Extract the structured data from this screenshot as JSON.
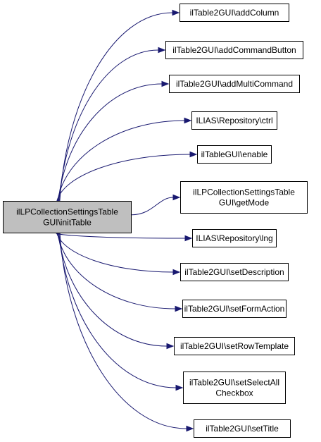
{
  "diagram": {
    "type": "call-graph",
    "edge_color": "#191970",
    "source_fill": "#bfbfbf",
    "target_fill": "#ffffff",
    "source": {
      "id": "initTable",
      "lines": [
        "ilLPCollectionSettingsTable",
        "GUI\\initTable"
      ]
    },
    "targets": [
      {
        "id": "addColumn",
        "lines": [
          "ilTable2GUI\\addColumn"
        ]
      },
      {
        "id": "addCommandButton",
        "lines": [
          "ilTable2GUI\\addCommandButton"
        ]
      },
      {
        "id": "addMultiCommand",
        "lines": [
          "ilTable2GUI\\addMultiCommand"
        ]
      },
      {
        "id": "ctrl",
        "lines": [
          "ILIAS\\Repository\\ctrl"
        ]
      },
      {
        "id": "enable",
        "lines": [
          "ilTableGUI\\enable"
        ]
      },
      {
        "id": "getMode",
        "lines": [
          "ilLPCollectionSettingsTable",
          "GUI\\getMode"
        ]
      },
      {
        "id": "lng",
        "lines": [
          "ILIAS\\Repository\\lng"
        ]
      },
      {
        "id": "setDescription",
        "lines": [
          "ilTable2GUI\\setDescription"
        ]
      },
      {
        "id": "setFormAction",
        "lines": [
          "ilTable2GUI\\setFormAction"
        ]
      },
      {
        "id": "setRowTemplate",
        "lines": [
          "ilTable2GUI\\setRowTemplate"
        ]
      },
      {
        "id": "setSelectAllCheckbox",
        "lines": [
          "ilTable2GUI\\setSelectAll",
          "Checkbox"
        ]
      },
      {
        "id": "setTitle",
        "lines": [
          "ilTable2GUI\\setTitle"
        ]
      }
    ]
  }
}
